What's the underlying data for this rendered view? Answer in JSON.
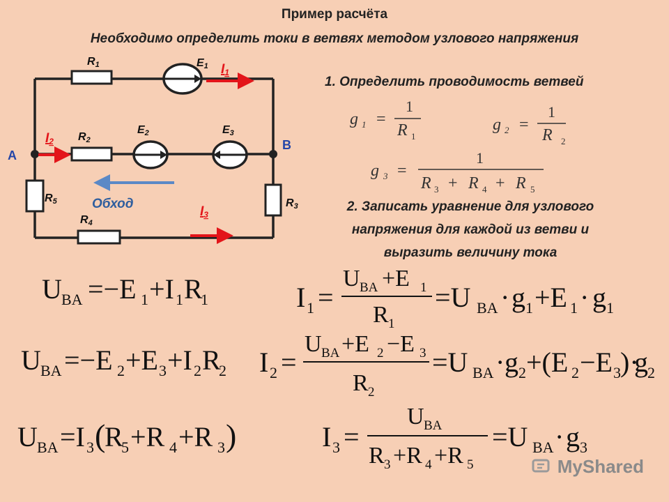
{
  "header": {
    "title": "Пример расчёта",
    "subtitle": "Необходимо определить токи в ветвях методом узлового напряжения"
  },
  "steps": {
    "step1": "1. Определить проводимость ветвей",
    "step2_line1": "2. Записать уравнение для узлового",
    "step2_line2": "напряжения для каждой из ветви и",
    "step2_line3": "выразить величину тока"
  },
  "circuit": {
    "node_a": "A",
    "node_b": "B",
    "bypass": "Обход",
    "resistors": [
      "R1",
      "R2",
      "R3",
      "R4",
      "R5"
    ],
    "sources": [
      "E1",
      "E2",
      "E3"
    ],
    "currents": [
      "I1",
      "I2",
      "I3"
    ],
    "colors": {
      "wire": "#222222",
      "current_arrow": "#e3151a",
      "bypass_arrow": "#5b89c6",
      "node_label": "#2446a8"
    }
  },
  "watermark": {
    "text": "MyShared",
    "icon": "mystared-logo-icon"
  }
}
